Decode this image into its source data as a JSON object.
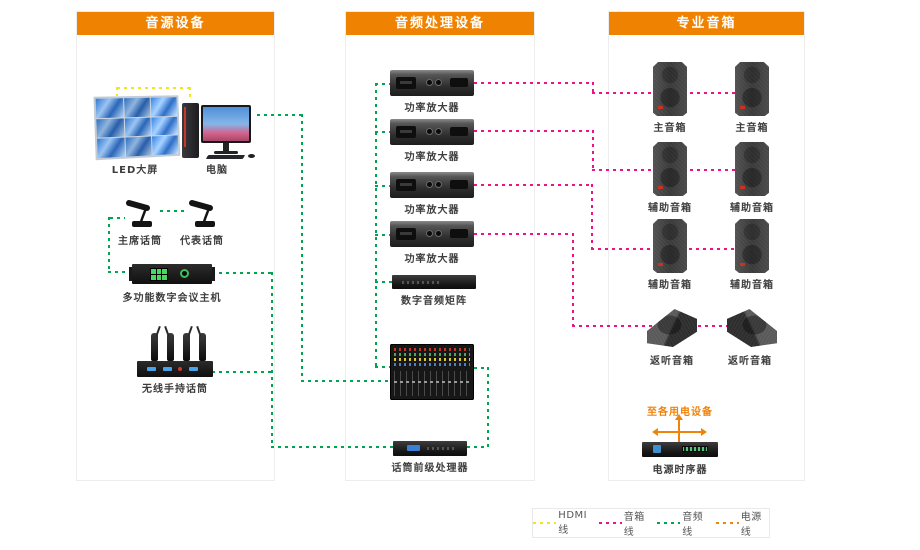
{
  "panels": {
    "source": {
      "title": "音源设备"
    },
    "processing": {
      "title": "音频处理设备"
    },
    "speakers": {
      "title": "专业音箱"
    }
  },
  "devices": {
    "led_screen": {
      "label": "LED大屏"
    },
    "computer": {
      "label": "电脑"
    },
    "chairman_mic": {
      "label": "主席话筒"
    },
    "delegate_mic": {
      "label": "代表话筒"
    },
    "conference_host": {
      "label": "多功能数字会议主机"
    },
    "wireless_handheld_mic": {
      "label": "无线手持话筒"
    },
    "amp_1": {
      "label": "功率放大器"
    },
    "amp_2": {
      "label": "功率放大器"
    },
    "amp_3": {
      "label": "功率放大器"
    },
    "amp_4": {
      "label": "功率放大器"
    },
    "digital_audio_matrix": {
      "label": "数字音频矩阵"
    },
    "mic_preamp_processor": {
      "label": "话筒前级处理器"
    },
    "main_speaker_1": {
      "label": "主音箱"
    },
    "main_speaker_2": {
      "label": "主音箱"
    },
    "aux_speaker_1": {
      "label": "辅助音箱"
    },
    "aux_speaker_2": {
      "label": "辅助音箱"
    },
    "aux_speaker_3": {
      "label": "辅助音箱"
    },
    "aux_speaker_4": {
      "label": "辅助音箱"
    },
    "monitor_speaker_1": {
      "label": "返听音箱"
    },
    "monitor_speaker_2": {
      "label": "返听音箱"
    },
    "power_sequencer": {
      "label": "电源时序器"
    },
    "power_note": "至各用电设备"
  },
  "legend": {
    "items": [
      {
        "label": "HDMI线",
        "color": "#f2e617"
      },
      {
        "label": "音箱线",
        "color": "#ee1289"
      },
      {
        "label": "音频线",
        "color": "#00a550"
      },
      {
        "label": "电源线",
        "color": "#f0830a"
      }
    ]
  },
  "colors": {
    "header_bg": "#ef8200",
    "hdmi_line": "#f2e617",
    "speaker_line": "#ee1289",
    "audio_line": "#00a550",
    "power_line": "#f0830a"
  }
}
